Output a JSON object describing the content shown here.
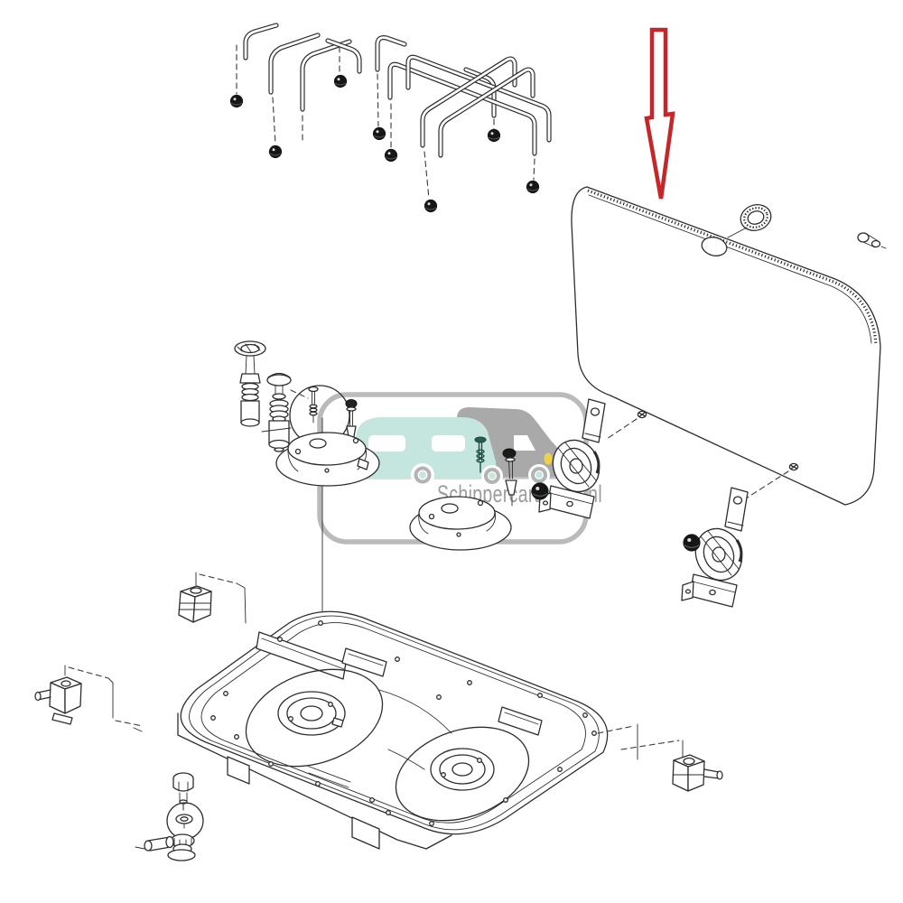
{
  "diagram": {
    "type": "exploded-parts-diagram",
    "subject": "two-burner caravan gas hob with glass lid",
    "highlight": "red arrow pointing at the glass lid"
  },
  "watermark": {
    "text": "Schippercaravans.nl",
    "text_color": "#9c9c9c",
    "border_color": "#bababa",
    "road_color": "#c0c0c0",
    "caravan_color": "#c4e6df",
    "van_color": "#a9a9a9",
    "headlight_color": "#eed14b"
  },
  "colors": {
    "background": "#ffffff",
    "line": "#2d2d2d",
    "arrow_red": "#c5262a",
    "cap_nut": "#161616",
    "jet_teal": "#234f46"
  },
  "parts": [
    "pan-support-rack-partial",
    "pan-support-cross-rack",
    "rubber-cap-nut",
    "glass-lid",
    "lid-grommet-ring",
    "lid-hole",
    "lid-side-plug",
    "lid-fixing-screw",
    "lid-hinge",
    "hinge-cap-nut",
    "burner-cap",
    "gas-valve-spindle",
    "gas-valve-body",
    "injector-detail-balloon",
    "injector-jet",
    "burner-base",
    "hob-tray",
    "tray-burner-well",
    "igniter-box",
    "mounting-bracket",
    "hex-bolt",
    "washer-detail",
    "gas-inlet-elbow",
    "pointer-arrow",
    "watermark-caravan",
    "watermark-motorhome"
  ]
}
